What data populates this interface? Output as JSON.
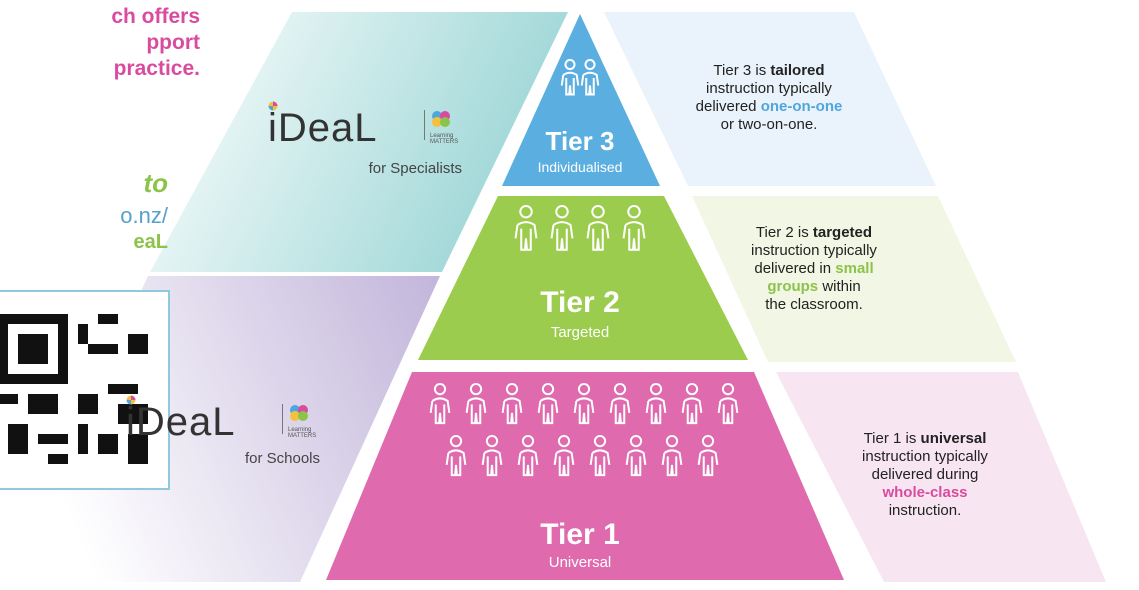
{
  "left_panel": {
    "title_lines": [
      "ch offers",
      "pport",
      "practice."
    ],
    "visit_hint": "to",
    "url_line": "o.nz/",
    "url_ideal": "eaL"
  },
  "logos": {
    "specialists": {
      "word": "iDeaL",
      "lm_line1": "Learning",
      "lm_line2": "MATTERS",
      "caption": "for Specialists"
    },
    "schools": {
      "word": "iDeaL",
      "lm_line1": "Learning",
      "lm_line2": "MATTERS",
      "caption": "for Schools"
    }
  },
  "tiers": {
    "tier3": {
      "title": "Tier 3",
      "subtitle": "Individualised",
      "desc": {
        "l1a": "Tier 3 is ",
        "l1b": "tailored",
        "l2": "instruction typically",
        "l3a": "delivered ",
        "l3b": "one-on-one",
        "l4": "or two-on-one."
      }
    },
    "tier2": {
      "title": "Tier 2",
      "subtitle": "Targeted",
      "desc": {
        "l1a": "Tier 2 is ",
        "l1b": "targeted",
        "l2": "instruction typically",
        "l3a": "delivered in ",
        "l3b": "small",
        "l4a": "groups",
        "l4b": " within",
        "l5": "the classroom."
      }
    },
    "tier1": {
      "title": "Tier 1",
      "subtitle": "Universal",
      "desc": {
        "l1a": "Tier 1 is ",
        "l1b": "universal",
        "l2": "instruction typically",
        "l3": "delivered during",
        "l4": "whole-class",
        "l5": "instruction."
      }
    }
  },
  "colors": {
    "tier3": "#5aafe0",
    "tier2": "#9ccc4e",
    "tier1": "#df6aae",
    "panel3": "#eaf3fb",
    "panel2": "#f2f6e4",
    "panel1": "#f7e6f1"
  }
}
